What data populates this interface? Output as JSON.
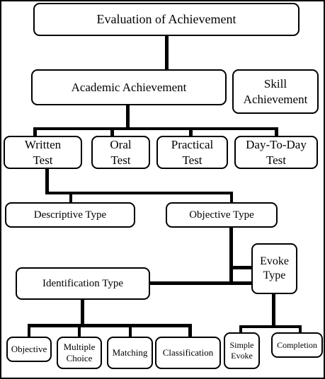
{
  "diagram": {
    "root": "Evaluation of Achievement",
    "level1": {
      "academic": "Academic Achievement",
      "skill": "Skill\nAchievement"
    },
    "tests": {
      "written": "Written\nTest",
      "oral": "Oral\nTest",
      "practical": "Practical\nTest",
      "day_to_day": "Day-To-Day\nTest"
    },
    "written_types": {
      "descriptive": "Descriptive Type",
      "objective": "Objective Type"
    },
    "objective_types": {
      "identification": "Identification Type",
      "evoke": "Evoke\nType"
    },
    "identification_types": {
      "objective": "Objective",
      "multiple_choice": "Multiple\nChoice",
      "matching": "Matching",
      "classification": "Classification"
    },
    "evoke_types": {
      "simple_evoke": "Simple\nEvoke",
      "completion": "Completion"
    }
  }
}
